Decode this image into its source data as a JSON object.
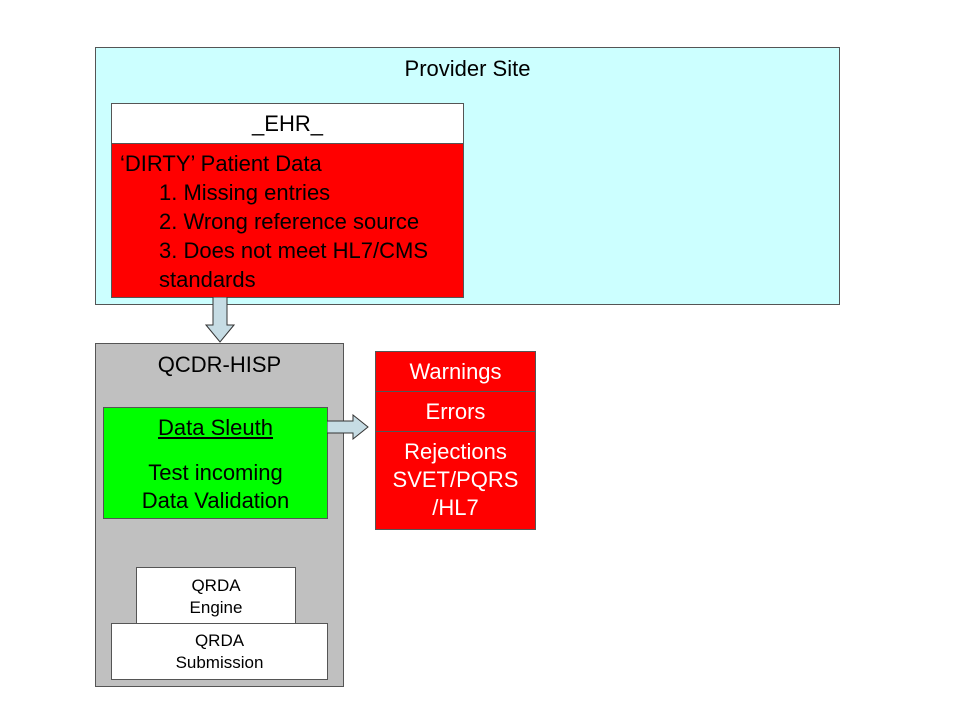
{
  "provider_site": {
    "title": "Provider Site"
  },
  "ehr": {
    "header": "_EHR_",
    "body_title": "‘DIRTY’ Patient Data",
    "items": [
      "1. Missing entries",
      "2. Wrong reference source",
      "3. Does not meet HL7/CMS"
    ],
    "item_continuation": "standards"
  },
  "qcdr_hisp": {
    "title": "QCDR-HISP",
    "data_sleuth": {
      "title": "Data Sleuth",
      "desc_line1": "Test incoming",
      "desc_line2": "Data Validation"
    },
    "qrda_engine": {
      "line1": "QRDA",
      "line2": "Engine"
    },
    "qrda_submission": {
      "line1": "QRDA",
      "line2": "Submission"
    }
  },
  "results": {
    "warnings": "Warnings",
    "errors": "Errors",
    "rejections_line1": "Rejections",
    "rejections_line2": "SVET/PQRS",
    "rejections_line3": "/HL7"
  },
  "colors": {
    "provider_bg": "#ccffff",
    "ehr_body": "#ff0000",
    "qcdr_bg": "#c0c0c0",
    "sleuth_bg": "#00ff00",
    "arrow_fill": "#c6dce4"
  }
}
